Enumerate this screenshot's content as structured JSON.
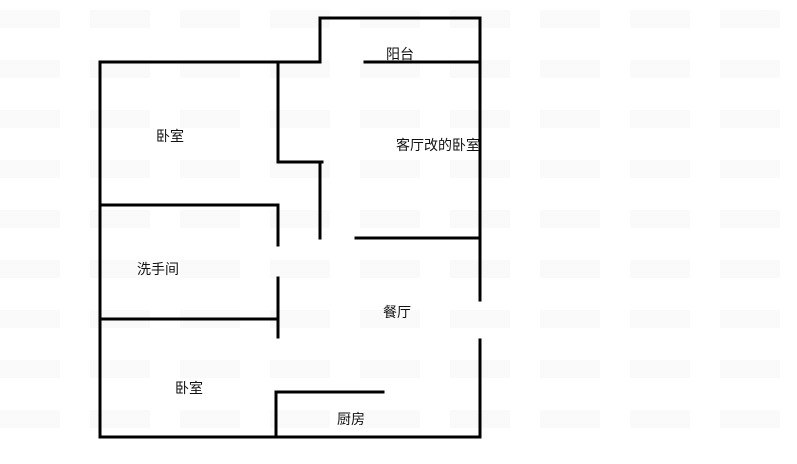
{
  "floorplan": {
    "rooms": [
      {
        "id": "balcony",
        "label": "阳台"
      },
      {
        "id": "bedroom-top",
        "label": "卧室"
      },
      {
        "id": "living-converted",
        "label": "客厅改的卧室"
      },
      {
        "id": "bathroom",
        "label": "洗手间"
      },
      {
        "id": "dining",
        "label": "餐厅"
      },
      {
        "id": "bedroom-bottom",
        "label": "卧室"
      },
      {
        "id": "kitchen",
        "label": "厨房"
      }
    ],
    "colors": {
      "wall": "#000000",
      "background": "#ffffff"
    }
  }
}
